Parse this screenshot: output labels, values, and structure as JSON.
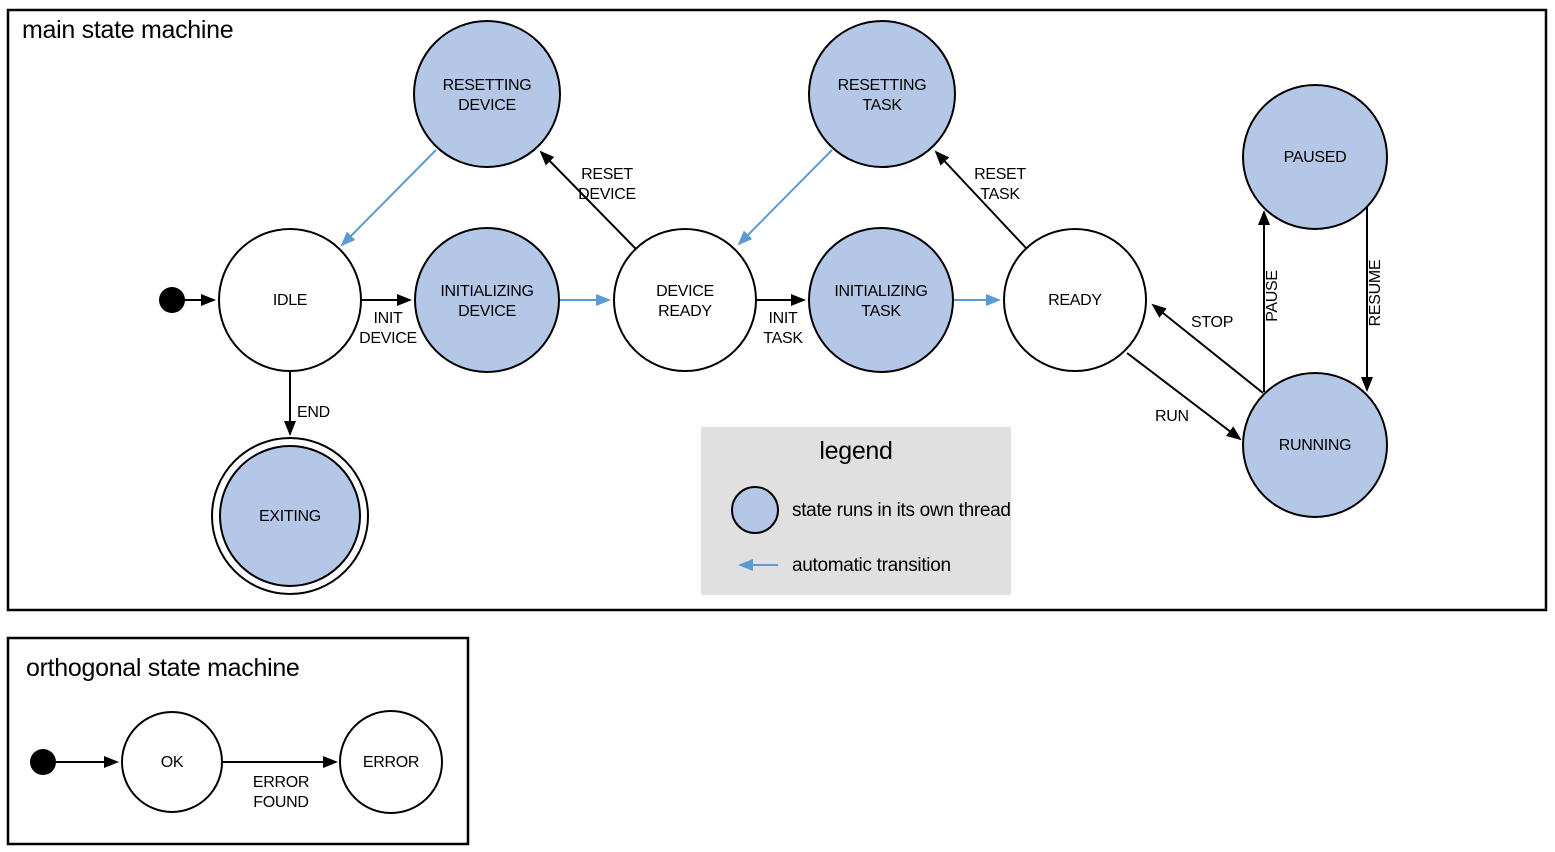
{
  "colors": {
    "threaded_state_fill": "#b4c7e7",
    "auto_transition_blue": "#5b9bd5",
    "legend_bg": "#e0e0e0",
    "line_black": "#000000",
    "background": "#ffffff"
  },
  "main_machine": {
    "title": "main state machine",
    "states": {
      "idle": {
        "label": "IDLE"
      },
      "initializing_device": {
        "line1": "INITIALIZING",
        "line2": "DEVICE"
      },
      "device_ready": {
        "line1": "DEVICE",
        "line2": "READY"
      },
      "initializing_task": {
        "line1": "INITIALIZING",
        "line2": "TASK"
      },
      "ready": {
        "label": "READY"
      },
      "resetting_device": {
        "line1": "RESETTING",
        "line2": "DEVICE"
      },
      "resetting_task": {
        "line1": "RESETTING",
        "line2": "TASK"
      },
      "paused": {
        "label": "PAUSED"
      },
      "running": {
        "label": "RUNNING"
      },
      "exiting": {
        "label": "EXITING"
      }
    },
    "transitions": {
      "init_device": {
        "line1": "INIT",
        "line2": "DEVICE"
      },
      "init_task": {
        "line1": "INIT",
        "line2": "TASK"
      },
      "reset_device": {
        "line1": "RESET",
        "line2": "DEVICE"
      },
      "reset_task": {
        "line1": "RESET",
        "line2": "TASK"
      },
      "end": {
        "label": "END"
      },
      "run": {
        "label": "RUN"
      },
      "stop": {
        "label": "STOP"
      },
      "pause": {
        "label": "PAUSE"
      },
      "resume": {
        "label": "RESUME"
      }
    }
  },
  "legend": {
    "title": "legend",
    "thread_item_label": "state runs in its own thread",
    "auto_item_label": "automatic transition"
  },
  "orthogonal_machine": {
    "title": "orthogonal state machine",
    "states": {
      "ok": {
        "label": "OK"
      },
      "error": {
        "label": "ERROR"
      }
    },
    "transitions": {
      "error_found": {
        "line1": "ERROR",
        "line2": "FOUND"
      }
    }
  }
}
